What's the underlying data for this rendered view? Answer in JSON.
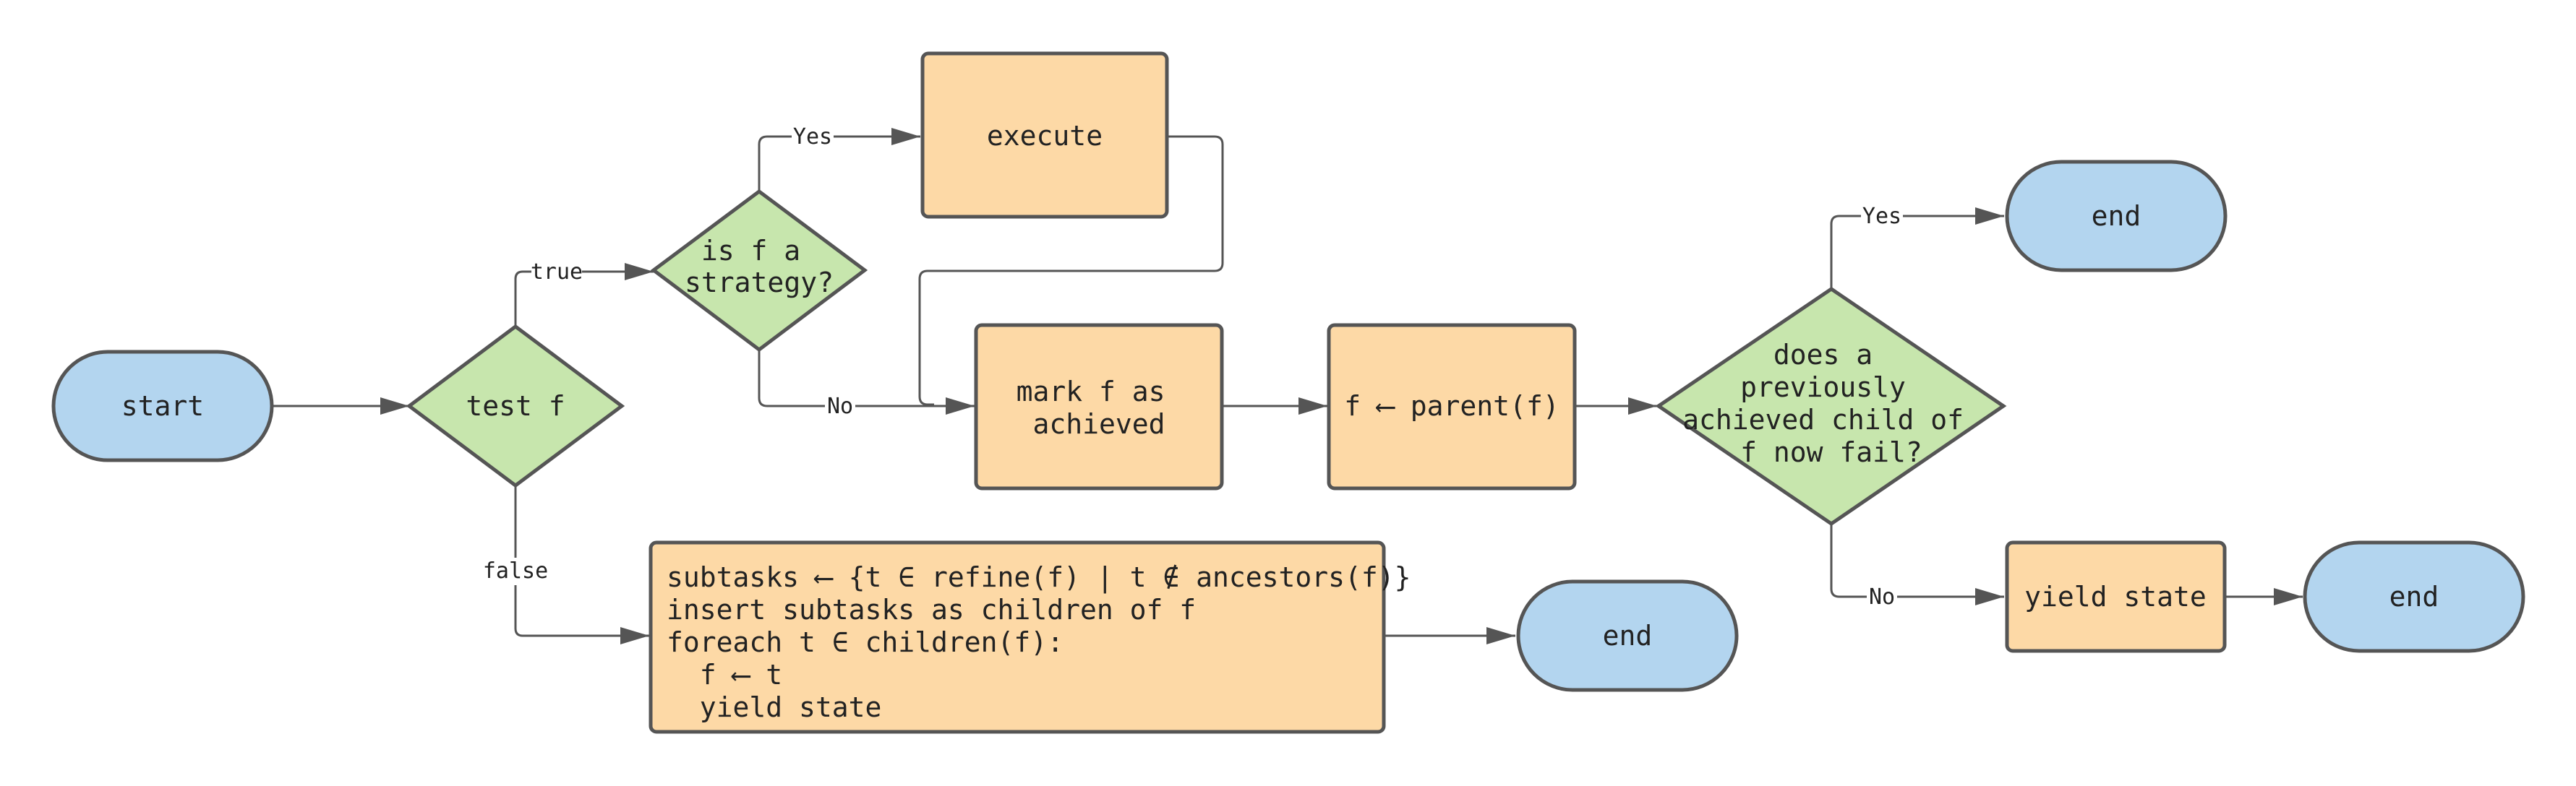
{
  "colors": {
    "terminal_fill": "#b3d5ef",
    "decision_fill": "#c7e6ad",
    "process_fill": "#fdd9a6",
    "stroke": "#555555",
    "background": "#ffffff"
  },
  "nodes": {
    "start": {
      "label": "start"
    },
    "test_f": {
      "label": "test f"
    },
    "is_strategy": {
      "lines": [
        "is f a",
        "strategy?"
      ]
    },
    "execute": {
      "label": "execute"
    },
    "mark_achieved": {
      "lines": [
        "mark f as",
        "achieved"
      ]
    },
    "f_parent": {
      "label": "f ⟵ parent(f)"
    },
    "does_fail": {
      "lines": [
        "does a",
        "previously",
        "achieved child of",
        "f now fail?"
      ]
    },
    "end_top": {
      "label": "end"
    },
    "yield_state": {
      "label": "yield state"
    },
    "end_right": {
      "label": "end"
    },
    "subtasks": {
      "lines": [
        "subtasks ⟵ {t ∈ refine(f) | t ∉ ancestors(f)}",
        "insert subtasks as children of f",
        "foreach t ∈ children(f):",
        "  f ⟵ t",
        "  yield state"
      ]
    },
    "end_bottom": {
      "label": "end"
    }
  },
  "edges": {
    "true": "true",
    "false": "false",
    "yes_execute": "Yes",
    "no_mark": "No",
    "yes_end": "Yes",
    "no_yield": "No"
  }
}
